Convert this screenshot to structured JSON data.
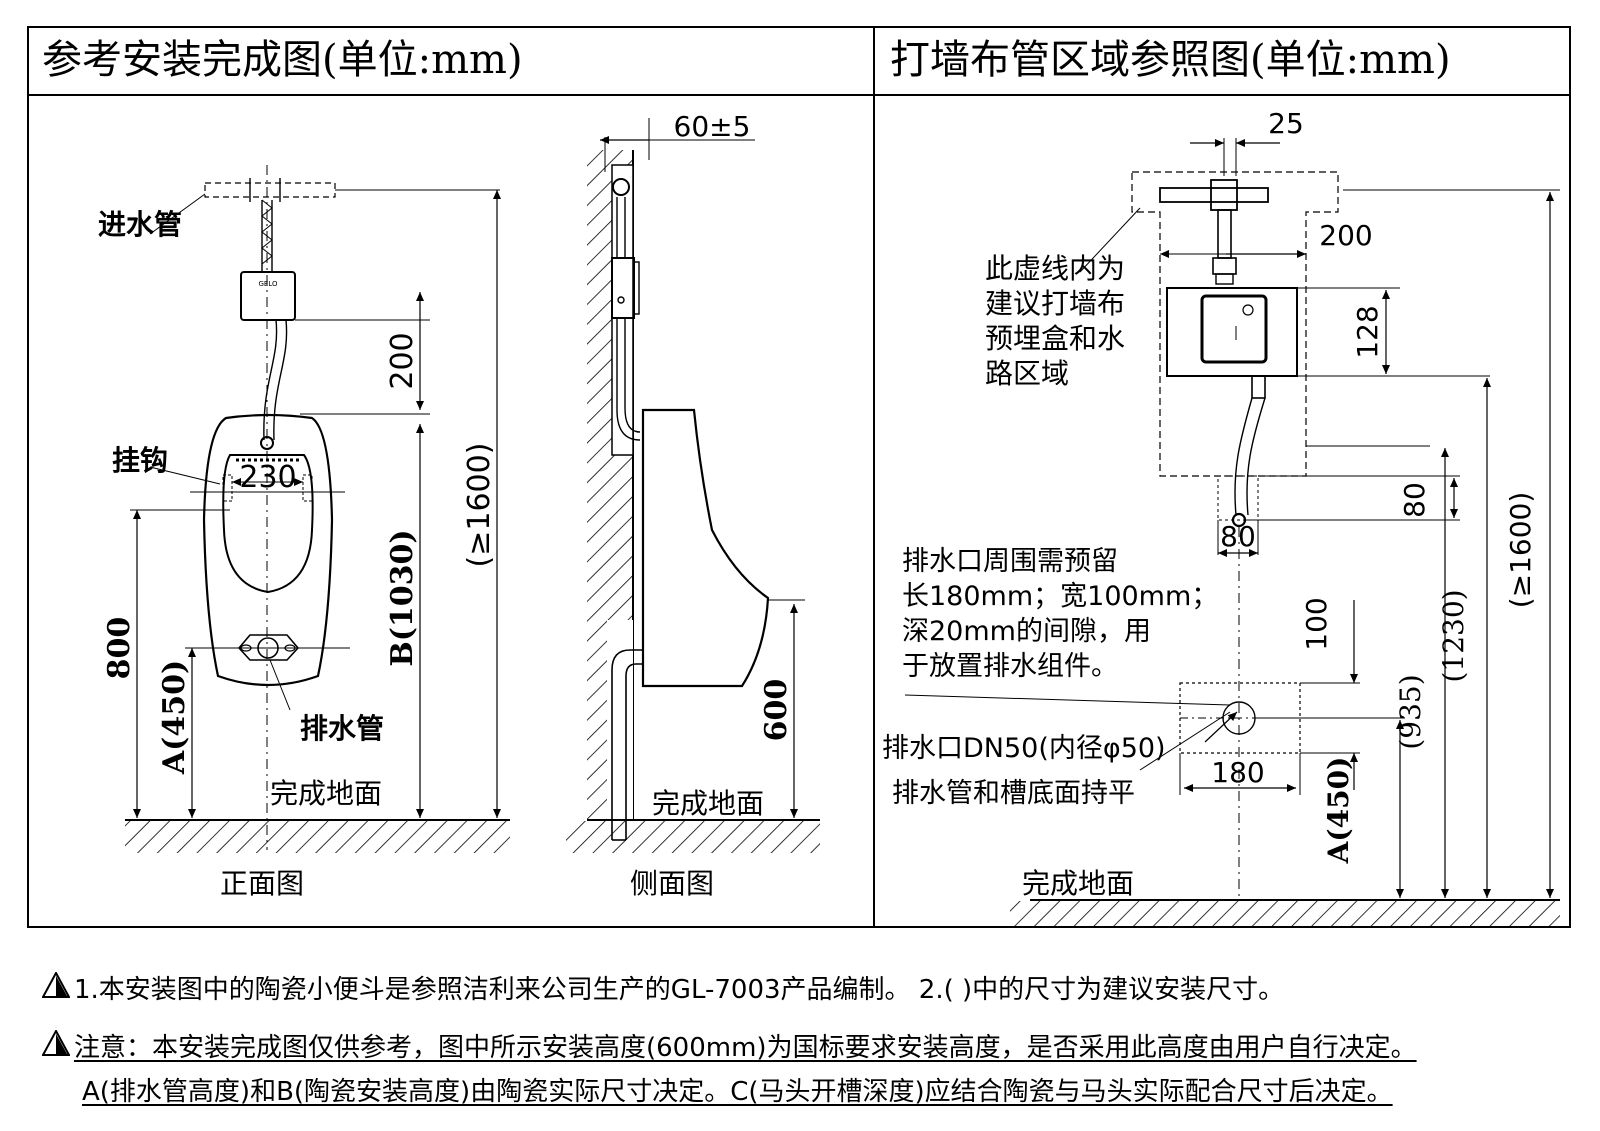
{
  "panels": {
    "left_title": "参考安装完成图(单位:mm)",
    "right_title": "打墙布管区域参照图(单位:mm)"
  },
  "front_view": {
    "caption": "正面图",
    "inlet_label": "进水管",
    "hook_label": "挂钩",
    "drain_label": "排水管",
    "floor_label": "完成地面",
    "dims": {
      "d200": "200",
      "d230": "230",
      "d800": "800",
      "a450": "A(450)",
      "b1030": "B(1030)",
      "h1600": "(≥1600)"
    }
  },
  "side_view": {
    "caption": "侧面图",
    "floor_label": "完成地面",
    "dims": {
      "d60": "60±5",
      "d600": "600"
    }
  },
  "wall_view": {
    "floor_label": "完成地面",
    "box_note": [
      "此虚线内为",
      "建议打墙布",
      "预埋盒和水",
      "路区域"
    ],
    "gap_note": [
      "排水口周围需预留",
      "长180mm；宽100mm；",
      "深20mm的间隙，用",
      "于放置排水组件。"
    ],
    "outlet_label": "排水口DN50(内径φ50)",
    "flush_label": "排水管和槽底面持平",
    "dims": {
      "d25": "25",
      "d200": "200",
      "d128": "128",
      "d80v": "80",
      "d80h": "80",
      "d100": "100",
      "d180": "180",
      "a450": "A(450)",
      "d935": "(935)",
      "d1230": "(1230)",
      "h1600": "(≥1600)"
    }
  },
  "notes": {
    "line1": "1.本安装图中的陶瓷小便斗是参照洁利来公司生产的GL-7003产品编制。 2.( )中的尺寸为建议安装尺寸。",
    "line2": "注意：本安装完成图仅供参考，图中所示安装高度(600mm)为国标要求安装高度，是否采用此高度由用户自行决定。",
    "line3": "A(排水管高度)和B(陶瓷安装高度)由陶瓷实际尺寸决定。C(马头开槽深度)应结合陶瓷与马头实际配合尺寸后决定。"
  },
  "icons": [
    "warning-triangle-icon"
  ]
}
